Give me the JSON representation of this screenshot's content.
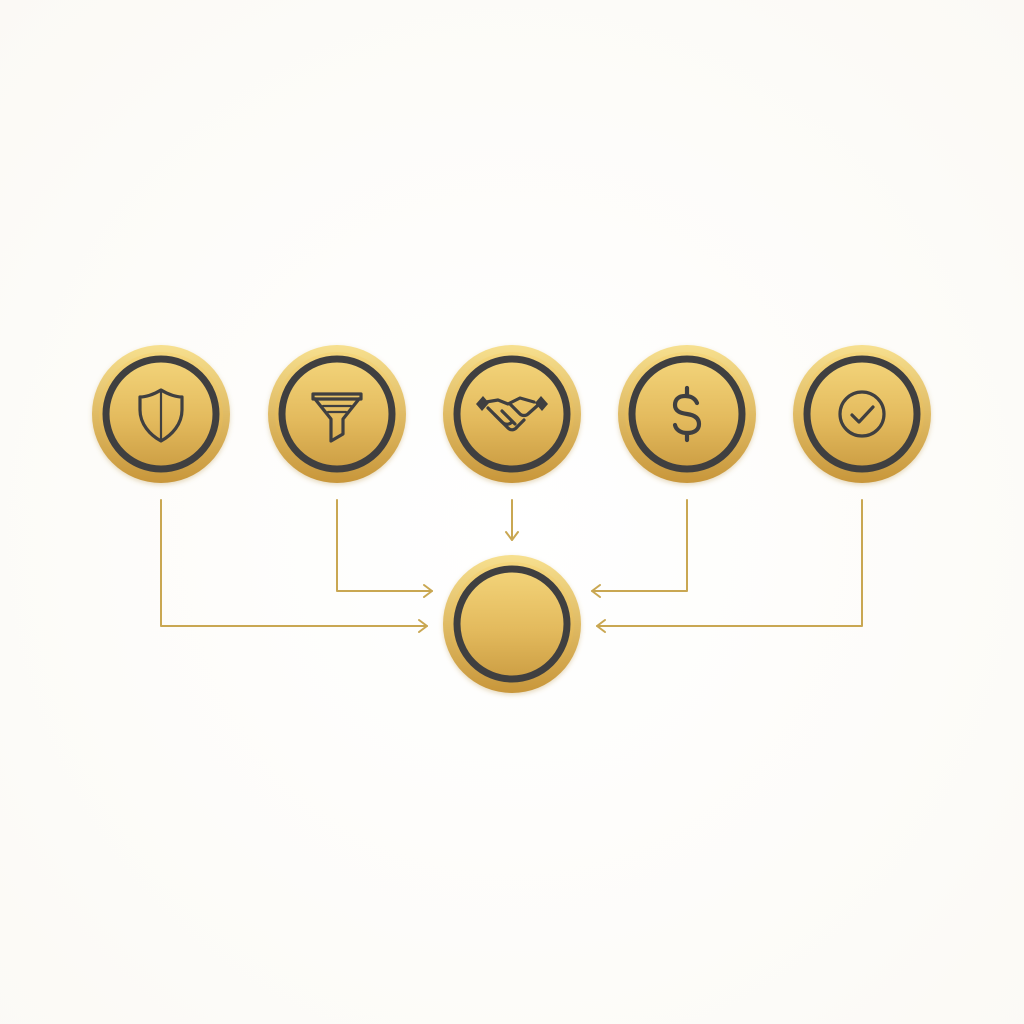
{
  "diagram": {
    "nodes": [
      {
        "id": "shield",
        "icon": "shield-icon"
      },
      {
        "id": "filter",
        "icon": "funnel-icon"
      },
      {
        "id": "deal",
        "icon": "handshake-icon"
      },
      {
        "id": "finance",
        "icon": "dollar-icon"
      },
      {
        "id": "approval",
        "icon": "check-circle-icon"
      }
    ],
    "hub": {
      "id": "hub",
      "icon": "none"
    },
    "edges": [
      {
        "from": "shield",
        "to": "hub"
      },
      {
        "from": "filter",
        "to": "hub"
      },
      {
        "from": "deal",
        "to": "hub"
      },
      {
        "from": "finance",
        "to": "hub"
      },
      {
        "from": "approval",
        "to": "hub"
      }
    ],
    "colors": {
      "gold_light": "#f4d57a",
      "gold_dark": "#c89a3e",
      "ring": "#3f3f40",
      "connector": "#c9a752"
    }
  }
}
